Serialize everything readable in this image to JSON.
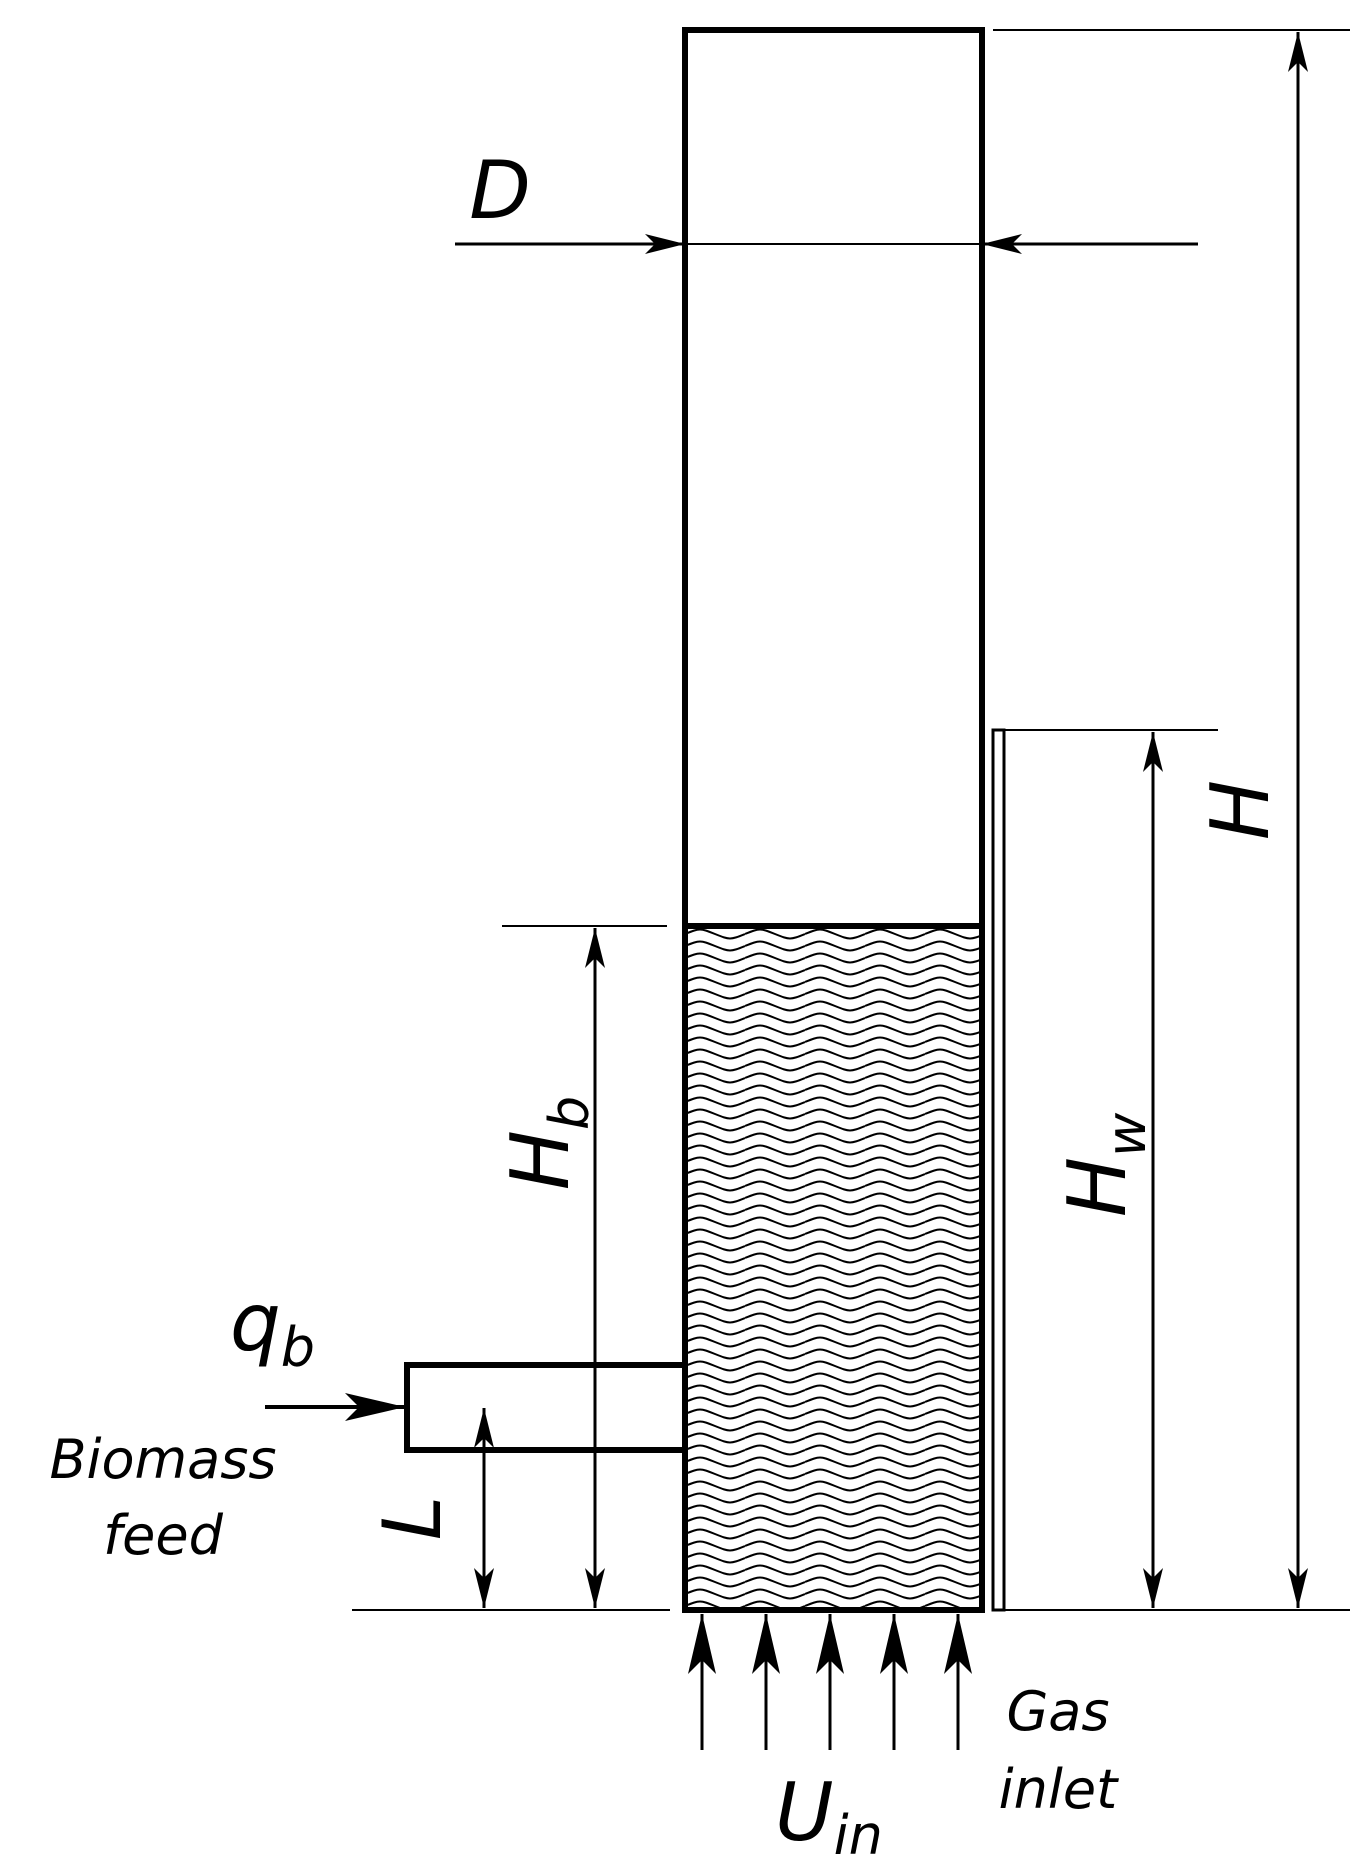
{
  "labels": {
    "D": "D",
    "H": "H",
    "Hw_main": "H",
    "Hw_sub": "w",
    "Hb_main": "H",
    "Hb_sub": "b",
    "qb_main": "q",
    "qb_sub": "b",
    "biomass_line1": "Biomass",
    "biomass_line2": "feed",
    "L": "L",
    "Uin_main": "U",
    "Uin_sub": "in",
    "gas_line1": "Gas",
    "gas_line2": "inlet"
  }
}
